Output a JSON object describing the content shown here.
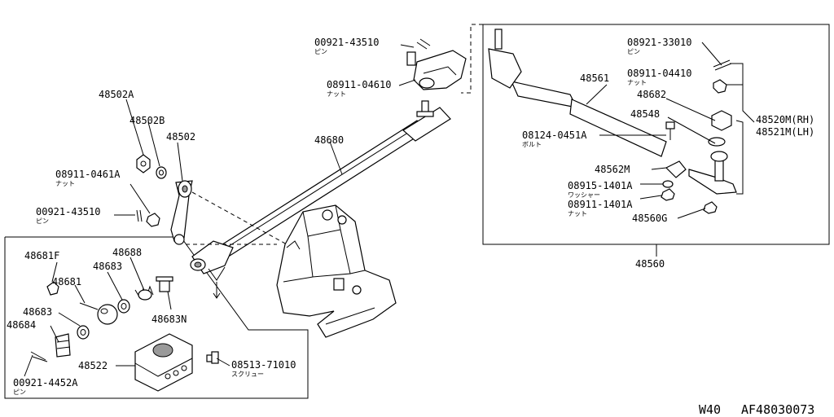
{
  "labels": [
    {
      "key": "l1",
      "text": "00921-43510"
    },
    {
      "key": "l2",
      "text": "08911-04610"
    },
    {
      "key": "l3",
      "text": "48502A"
    },
    {
      "key": "l4",
      "text": "48502B"
    },
    {
      "key": "l5",
      "text": "48502"
    },
    {
      "key": "l6",
      "text": "48680"
    },
    {
      "key": "l7",
      "text": "08911-0461A"
    },
    {
      "key": "l8",
      "text": "00921-43510"
    },
    {
      "key": "l9",
      "text": "48681F"
    },
    {
      "key": "l10",
      "text": "48688"
    },
    {
      "key": "l11",
      "text": "48683"
    },
    {
      "key": "l12",
      "text": "48681"
    },
    {
      "key": "l13",
      "text": "48683N"
    },
    {
      "key": "l14",
      "text": "48683"
    },
    {
      "key": "l15",
      "text": "48684"
    },
    {
      "key": "l16",
      "text": "48522"
    },
    {
      "key": "l17",
      "text": "08513-71010"
    },
    {
      "key": "l18",
      "text": "00921-4452A"
    },
    {
      "key": "l19",
      "text": "08921-33010"
    },
    {
      "key": "l20",
      "text": "08911-04410"
    },
    {
      "key": "l21",
      "text": "48561"
    },
    {
      "key": "l22",
      "text": "48682"
    },
    {
      "key": "l23",
      "text": "48548"
    },
    {
      "key": "l24",
      "text": "48520M(RH)"
    },
    {
      "key": "l25",
      "text": "48521M(LH)"
    },
    {
      "key": "l26",
      "text": "08124-0451A"
    },
    {
      "key": "l27",
      "text": "48562M"
    },
    {
      "key": "l28",
      "text": "08915-1401A"
    },
    {
      "key": "l29",
      "text": "08911-1401A"
    },
    {
      "key": "l30",
      "text": "48560G"
    },
    {
      "key": "l31",
      "text": "48560"
    }
  ],
  "sublabels": [
    {
      "key": "s1",
      "text": "ピン"
    },
    {
      "key": "s2",
      "text": "ナット"
    },
    {
      "key": "s3",
      "text": "ナット"
    },
    {
      "key": "s4",
      "text": "ピン"
    },
    {
      "key": "s5",
      "text": "スクリュー"
    },
    {
      "key": "s6",
      "text": "ピン"
    },
    {
      "key": "s7",
      "text": "ピン"
    },
    {
      "key": "s8",
      "text": "ナット"
    },
    {
      "key": "s9",
      "text": "ボルト"
    },
    {
      "key": "s10",
      "text": "ワッシャー"
    },
    {
      "key": "s11",
      "text": "ナット"
    }
  ],
  "footer": {
    "model": "W40",
    "code": "AF48030073"
  }
}
